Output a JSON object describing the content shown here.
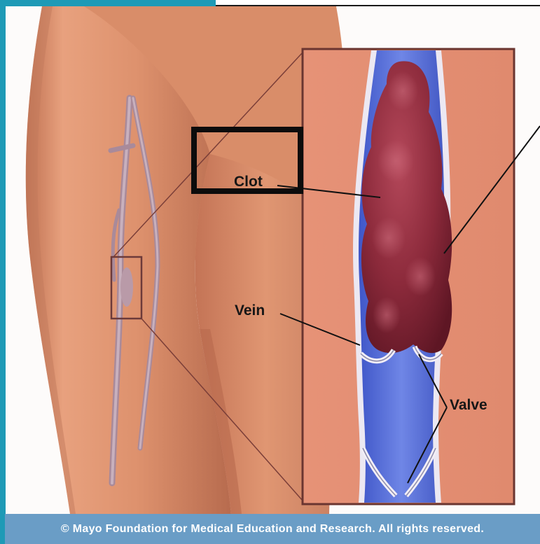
{
  "diagram": {
    "labels": {
      "clot": "Clot",
      "vein": "Vein",
      "valve": "Valve"
    },
    "copyright": "© Mayo Foundation for Medical Education and Research.  All rights reserved."
  },
  "colors": {
    "frame_teal": "#1e9ab6",
    "skin": "#dd936f",
    "skin_shadow": "#b46a4e",
    "inset_background": "#e48d72",
    "vein_blue": "#5a6fd8",
    "vein_wall": "#ece8f2",
    "clot": "#8e2a3a",
    "copyright_bar": "#6a9dc6",
    "highlight_box": "#0c0c0c"
  }
}
